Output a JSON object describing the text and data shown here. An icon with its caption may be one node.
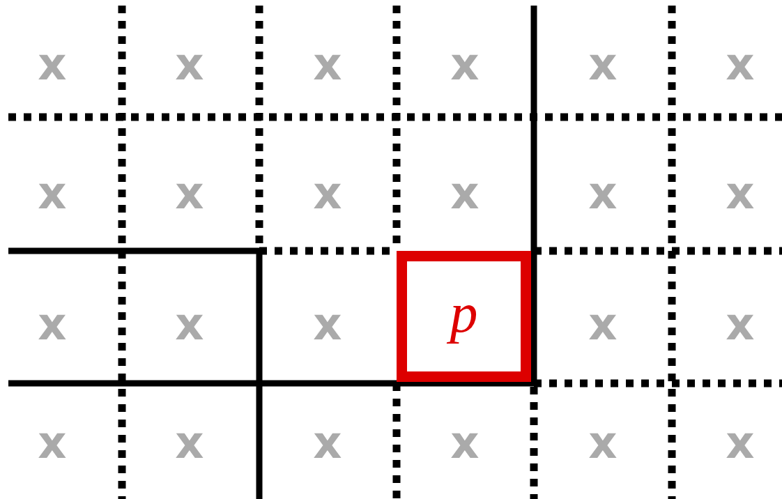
{
  "diagram": {
    "nodes": [
      {
        "text": [
          "p"
        ]
      }
    ],
    "edges": [],
    "labels": [
      "x",
      "x",
      "x",
      "x",
      "x",
      "x",
      "x",
      "x",
      "x",
      "x",
      "x",
      "x",
      "x",
      "x",
      "x",
      "x",
      "x",
      "x",
      "x",
      "x",
      "x",
      "x",
      "x"
    ]
  }
}
